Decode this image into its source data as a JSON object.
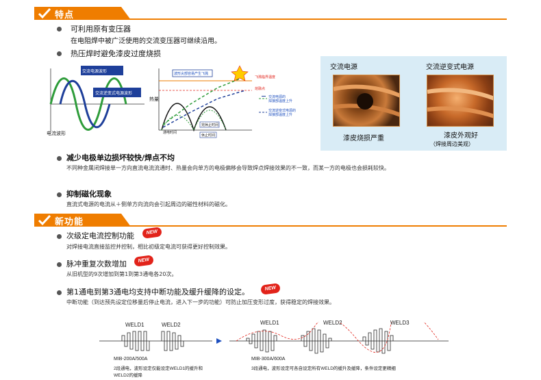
{
  "sections": {
    "features_title": "特点",
    "new_functions_title": "新功能"
  },
  "features": {
    "item1_heading": "可利用原有变压器",
    "item1_desc": "在电阻焊中被广泛使用的交流变压器可继续沿用。",
    "item2_heading": "热压焊时避免漆皮过度烧损",
    "item3_heading": "减少电极单边损坏较快/焊点不均",
    "item3_desc": "不同种金属闭焊接单一方向直流电流流通时、热量会向单方的电极偏移会导致焊点焊接效果的不一致，而某一方的电极也会损耗较快。",
    "item4_heading": "抑制磁化现象",
    "item4_desc": "直流式电源的电流从＋侧单方向流向会引起周边的磁性材料的磁化。"
  },
  "waveform_diagram": {
    "ac_label": "交流电源波形",
    "inverter_label": "交流逆变式电源波形",
    "axis_label": "电流波形"
  },
  "heat_diagram": {
    "spark_label": "波形尖部容易产生飞溅",
    "ylabel": "热量",
    "burn_temp": "飞溅临界温度",
    "melt_point": "熔融点",
    "legend_ac": "交流电源的\n焊接部温度上升",
    "legend_inv": "交流逆变式电源的\n焊接部温度上升",
    "weld_time": "通电时间",
    "stop_time": "完休止时间",
    "rest_time": "休止时间"
  },
  "photo_panel": {
    "left_title": "交流电源",
    "right_title": "交流逆变式电源",
    "left_caption": "漆皮烧损严重",
    "right_caption": "漆皮外观好",
    "right_sub": "（焊接周边美观）"
  },
  "new_functions": {
    "item1_heading": "次级定电流控制功能",
    "item1_desc": "对焊接电流直接监控并控制，相比初级定电流可获得更好控制效果。",
    "item2_heading": "脉冲重复次数增加",
    "item2_desc": "从旧机型的9次增加到第1到第3通电各20次。",
    "item3_heading": "第1通电到第3通电均支持中断功能及缓升缓降的设定。",
    "item3_desc": "中断功能（到达预先设定位移量后停止电流，进入下一步的功能）可防止加压变形过度，获得稳定的焊接效果。",
    "badge": "NEW"
  },
  "pulse_diagram": {
    "old_weld1": "WELD1",
    "old_weld2": "WELD2",
    "old_model": "MIB-200A/500A",
    "old_desc_line1": "2段通电，波形设定仅能设定WELD1的缓升和",
    "old_desc_line2": "WELD2的缓降",
    "new_weld1": "WELD1",
    "new_weld2": "WELD2",
    "new_weld3": "WELD3",
    "new_model": "MIB-300A/600A",
    "new_desc_line1": "3段通电，波形设定可各自设定所有WELD的缓升及缓降，条件设定更精细"
  },
  "colors": {
    "accent": "#ef7d00",
    "badge_red": "#e2231a",
    "panel_bg": "#d9ecf6",
    "wave_green": "#2e9c3a",
    "wave_blue": "#1e3f9a",
    "label_blue": "#1d4fbf"
  }
}
